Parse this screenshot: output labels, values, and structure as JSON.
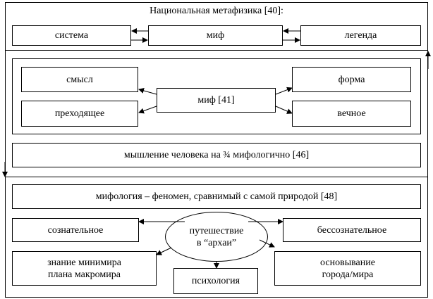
{
  "section1": {
    "title": "Национальная метафизика [40]:",
    "system": "система",
    "myth": "миф",
    "legend": "легенда"
  },
  "section2": {
    "meaning": "смысл",
    "transient": "преходящее",
    "myth": "миф [41]",
    "form": "форма",
    "eternal": "вечное",
    "thinking": "мышление человека на ¾ мифологично [46]"
  },
  "section3": {
    "mythology": "мифология – феномен, сравнимый с самой природой [48]",
    "conscious": "сознательное",
    "journey": "путешествие\nв “архаи”",
    "unconscious": "бессознательное",
    "knowledge": "знание минимира\nплана макромира",
    "founding": "основывание\nгорода/мира",
    "psychology": "психология"
  }
}
